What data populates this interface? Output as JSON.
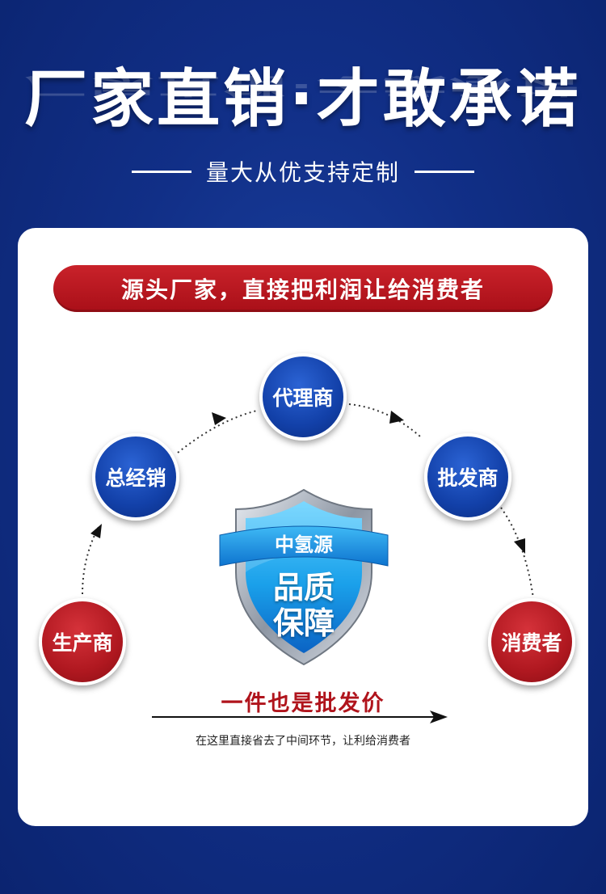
{
  "header": {
    "title": "厂家直销·才敢承诺",
    "subtitle": "量大从优支持定制"
  },
  "banner": "源头厂家，直接把利润让给消费者",
  "flow": {
    "producer": "生产商",
    "general_distributor": "总经销",
    "agent": "代理商",
    "wholesaler": "批发商",
    "consumer": "消费者"
  },
  "shield": {
    "ribbon": "中氢源",
    "line1": "品质",
    "line2": "保障"
  },
  "slogan": "一件也是批发价",
  "note": "在这里直接省去了中间环节，让利给消费者",
  "colors": {
    "background": "#112f87",
    "red": "#b01820",
    "blue": "#1240a8"
  }
}
